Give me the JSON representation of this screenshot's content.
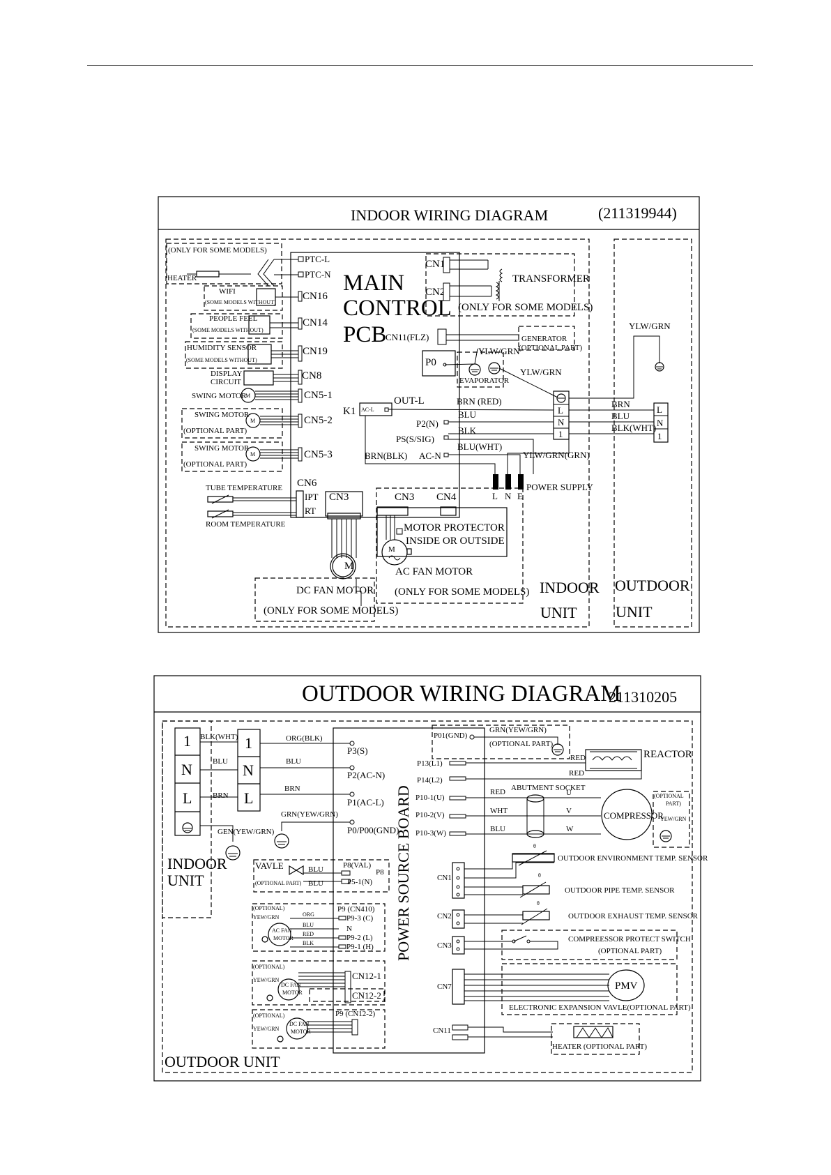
{
  "indoor": {
    "title": "INDOOR WIRING DIAGRAM",
    "code": "(211319944)",
    "only_some_models": "(ONLY FOR SOME MODELS)",
    "heater": "HEATER",
    "ptc_l": "PTC-L",
    "ptc_n": "PTC-N",
    "main1": "MAIN",
    "main2": "CONTROL",
    "main3": "PCB",
    "wifi": "WIFI",
    "some_without": "(SOME MODELS WITHOUT)",
    "people_feel": "PEOPLE FEEL",
    "humidity": "HUMIDITY SENSOR",
    "display1": "DISPLAY",
    "display2": "CIRCUIT",
    "swing_motor": "SWING MOTOR",
    "optional_part": "(OPTIONAL PART)",
    "cn16": "CN16",
    "cn14": "CN14",
    "cn19": "CN19",
    "cn8": "CN8",
    "cn5_1": "CN5-1",
    "cn5_2": "CN5-2",
    "cn5_3": "CN5-3",
    "cn6": "CN6",
    "ipt": "IPT",
    "rt": "RT",
    "tube_temp": "TUBE TEMPERATURE",
    "room_temp": "ROOM TEMPERATURE",
    "cn1": "CN1",
    "cn2": "CN2",
    "transformer": "TRANSFORMER",
    "only_some_models2": "(ONLY FOR SOME MODELS)",
    "cn11": "CN11(FLZ)",
    "generator": "GENERATOR",
    "generator_opt": "(OPTIONAL PART)",
    "p0": "P0",
    "evaporator": "EVAPORATOR",
    "ylw_grn": "YLW/GRN",
    "k1": "K1",
    "ac_l": "AC-L",
    "out_l": "OUT-L",
    "brn_red": "BRN (RED)",
    "p2n": "P2(N)",
    "blu": "BLU",
    "ps": "PS(S/SIG)",
    "blk": "BLK",
    "brn_blk": "BRN(BLK)",
    "ac_n": "AC-N",
    "blu_wht": "BLU(WHT)",
    "ylw_grn_grn": "YLW/GRN(GRN)",
    "term_l": "L",
    "term_n": "N",
    "term_1": "1",
    "brn": "BRN",
    "blk_wht": "BLK(WHT)",
    "power_l": "L",
    "power_n": "N",
    "power_e": "E",
    "power_supply": "POWER SUPPLY",
    "cn3a": "CN3",
    "cn3b": "CN3",
    "cn4": "CN4",
    "motor_protector1": "MOTOR PROTECTOR",
    "motor_protector2": "INSIDE OR OUTSIDE",
    "ac_fan_motor": "AC FAN MOTOR",
    "dc_fan_motor": "DC FAN MOTOR",
    "motor_letter": "M",
    "indoor_unit1": "INDOOR",
    "indoor_unit2": "UNIT",
    "outdoor_unit1": "OUTDOOR",
    "outdoor_unit2": "UNIT"
  },
  "outdoor": {
    "title": "OUTDOOR WIRING DIAGRAM",
    "code": "211310205",
    "t1": "1",
    "tN": "N",
    "tL": "L",
    "blk_wht": "BLK(WHT)",
    "blu": "BLU",
    "brn": "BRN",
    "org_blk": "ORG(BLK)",
    "blu2": "BLU",
    "brn2": "BRN",
    "grn_yew_grn": "GRN(YEW/GRN)",
    "gen_yew_grn": "GEN(YEW/GRN)",
    "p3s": "P3(S)",
    "p2acn": "P2(AC-N)",
    "p1acl": "P1(AC-L)",
    "p0gnd": "P0/P00(GND)",
    "indoor_unit1": "INDOOR",
    "indoor_unit2": "UNIT",
    "vavle": "VAVLE",
    "optional_part": "(OPTIONAL PART)",
    "blu3": "BLU",
    "blu4": "BLU",
    "p8val": "P8(VAL)",
    "p8": "P8",
    "p5_1n": "P5-1(N)",
    "optional": "(OPTIONAL)",
    "yew_grn": "YEW/GRN",
    "ac_fan_motor1": "AC  FAN",
    "ac_fan_motor2": "MOTOR",
    "org": "ORG",
    "red": "RED",
    "blk": "BLK",
    "p9": "P9 (CN410)",
    "p9_3": "P9-3 (C)",
    "p9_n": "N",
    "p9_2": "P9-2 (L)",
    "p9_1": "P9-1 (H)",
    "dc_fan1": "DC  FAN",
    "dc_fan2": "MOTOR",
    "cn12_1": "CN12-1",
    "cn12_2": "CN12-2",
    "p9_cn12_2": "P9 (CN12-2)",
    "outdoor_unit": "OUTDOOR UNIT",
    "power_board": "POWER SOURCE BOARD",
    "p01gnd": "P01(GND)",
    "grn_yew_grn2": "GRN(YEW/GRN)",
    "optional_part2": "(OPTIONAL PART)",
    "p13": "P13(L1)",
    "p14": "P14(L2)",
    "red1": "RED",
    "red2": "RED",
    "reactor": "REACTOR",
    "abutment": "ABUTMENT SOCKET",
    "p10_1": "P10-1(U)",
    "p10_2": "P10-2(V)",
    "p10_3": "P10-3(W)",
    "red3": "RED",
    "wht": "WHT",
    "blu5": "BLU",
    "u": "U",
    "v": "V",
    "w": "W",
    "compressor": "COMPRESSOR",
    "optional_part3a": "(OPTIONAL",
    "optional_part3b": "PART)",
    "yew_grn2": "YEW/GRN",
    "cn1": "CN1",
    "cn2": "CN2",
    "cn3": "CN3",
    "cn7": "CN7",
    "cn11": "CN11",
    "env_sensor": "OUTDOOR ENVIRONMENT TEMP. SENSOR",
    "pipe_sensor": "OUTDOOR PIPE TEMP. SENSOR",
    "exhaust_sensor": "OUTDOOR EXHAUST TEMP. SENSOR",
    "comp_switch1": "COMPREESSOR PROTECT SWITCH",
    "comp_switch2": "(OPTIONAL PART)",
    "pmv": "PMV",
    "eev": "ELECTRONIC EXPANSION VAVLE(OPTIONAL PART)",
    "heater": "HEATER (OPTIONAL PART)",
    "theta": "θ"
  }
}
